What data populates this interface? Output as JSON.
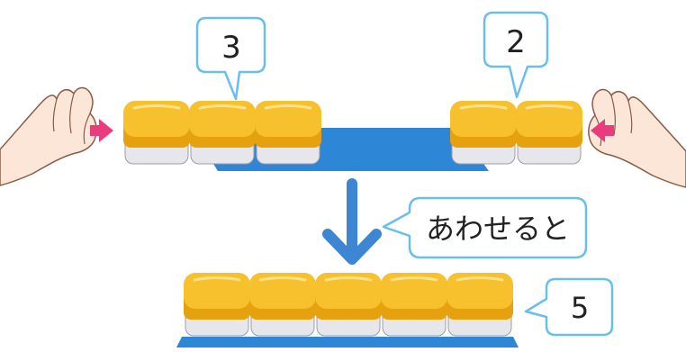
{
  "diagram": {
    "left_group": {
      "label": "3",
      "count": 3
    },
    "right_group": {
      "label": "2",
      "count": 2
    },
    "combine_text": "あわせると",
    "result_group": {
      "label": "5",
      "count": 5
    },
    "colors": {
      "block_top": "#F6C12C",
      "block_front": "#E6A10F",
      "block_base": "#E6E6EB",
      "tray": "#2D86D6",
      "bubble_border": "#69BFEA",
      "push_arrow": "#E93C7C",
      "down_arrow": "#3D86D4",
      "hand_fill": "#FCE6D7",
      "hand_stroke": "#8A5A45"
    },
    "icons": {
      "left_hand": "hand-left-icon",
      "right_hand": "hand-right-icon",
      "push_arrow": "arrow-right-icon",
      "down_arrow": "arrow-down-icon"
    }
  }
}
